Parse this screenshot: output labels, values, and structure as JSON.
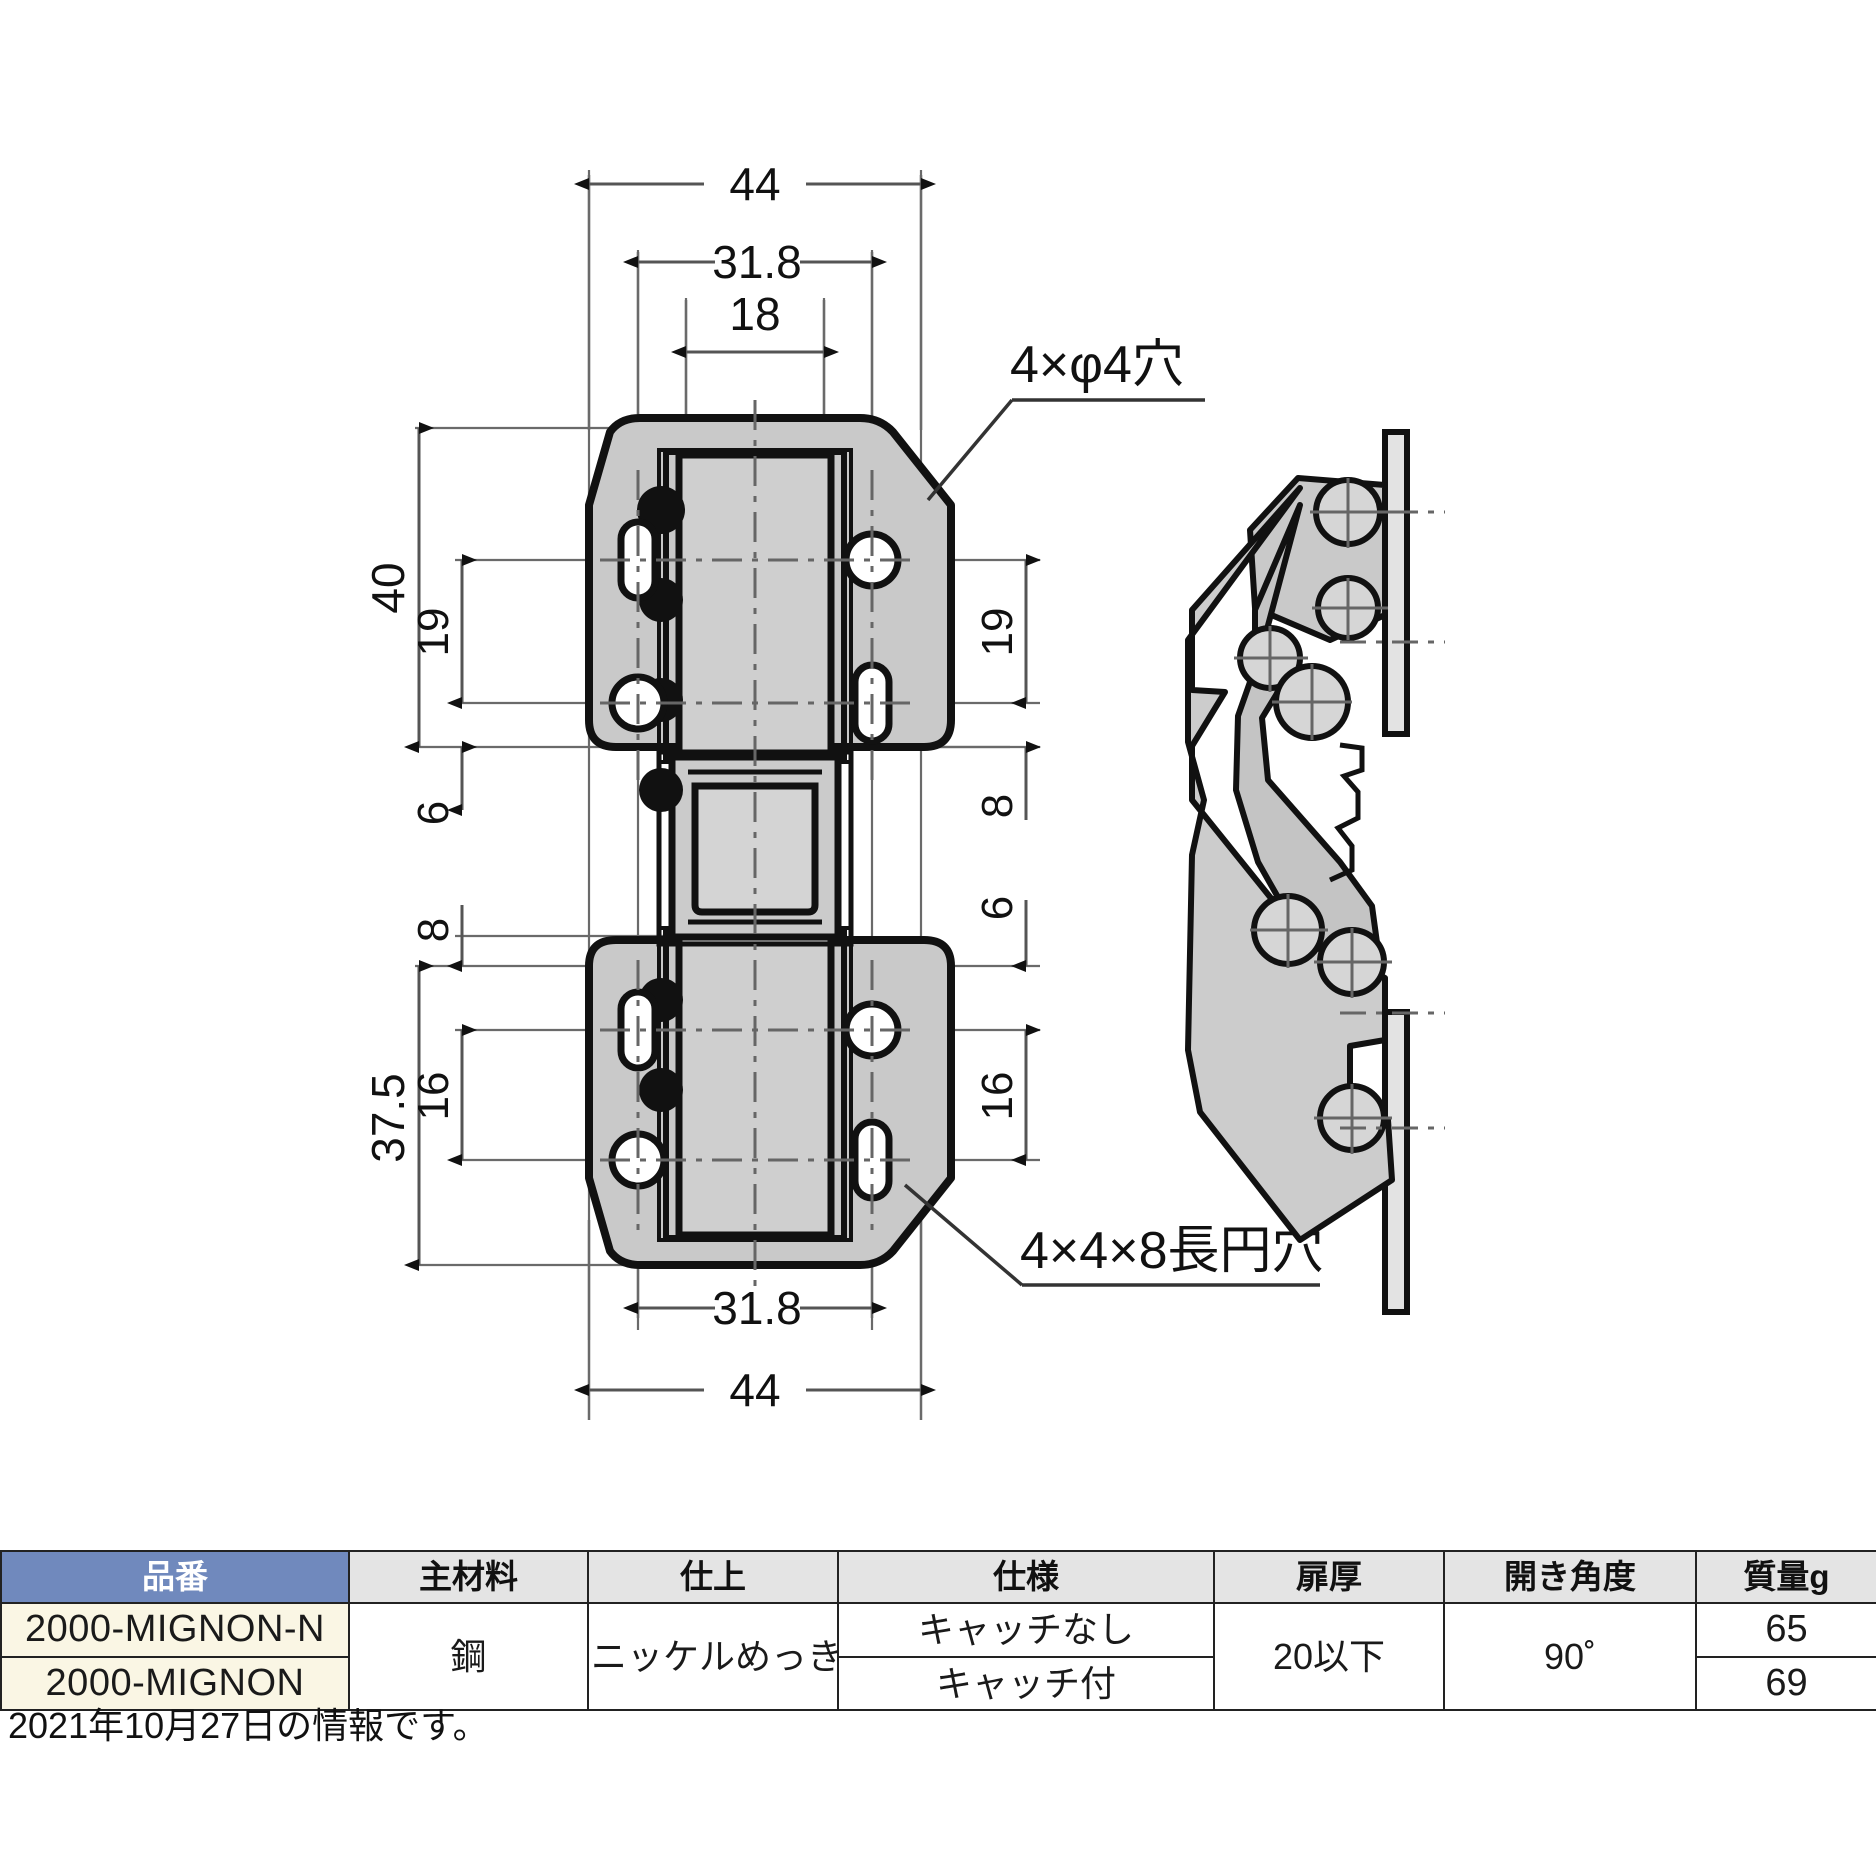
{
  "drawing": {
    "title": "2000-MIGNON cabinet hinge technical drawing",
    "callouts": {
      "holes_round": "4×φ4穴",
      "holes_slot": "4×4×8長円穴"
    },
    "dimensions": {
      "top_44": "44",
      "top_31_8": "31.8",
      "top_18": "18",
      "left_40": "40",
      "left_19": "19",
      "left_6": "6",
      "left_8": "8",
      "left_37_5": "37.5",
      "left_16": "16",
      "right_19": "19",
      "right_8": "8",
      "right_6": "6",
      "right_16": "16",
      "bottom_31_8": "31.8",
      "bottom_44": "44"
    },
    "colors": {
      "metal_fill": "#c9c9c9",
      "metal_fill_light": "#d4d4d4",
      "outline": "#111111",
      "dimension_line": "#555555",
      "center_line": "#666666"
    }
  },
  "table": {
    "headers": [
      "品番",
      "主材料",
      "仕上",
      "仕様",
      "扉厚",
      "開き角度",
      "質量g"
    ],
    "rows": [
      {
        "part_no": "2000-MIGNON-N",
        "material": "鋼",
        "finish": "ニッケルめっき",
        "spec": "キャッチなし",
        "door_thickness": "20以下",
        "open_angle": "90˚",
        "weight": "65"
      },
      {
        "part_no": "2000-MIGNON",
        "material": "鋼",
        "finish": "ニッケルめっき",
        "spec": "キャッチ付",
        "door_thickness": "20以下",
        "open_angle": "90˚",
        "weight": "69"
      }
    ],
    "header_color": "#7089bd",
    "header_plain_color": "#e4e4e4",
    "part_cell_color": "#faf6e4"
  },
  "footnote": "2021年10月27日の情報です。"
}
